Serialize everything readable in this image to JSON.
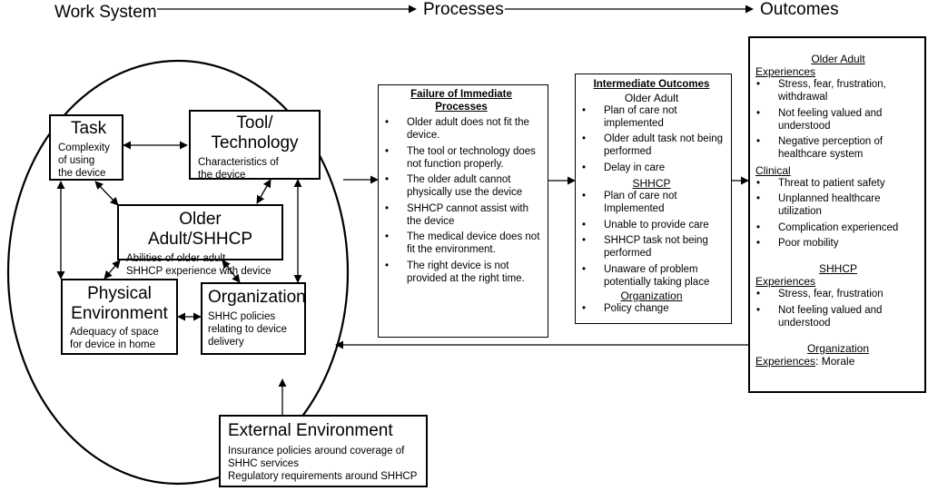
{
  "header": {
    "work_system": "Work System",
    "processes": "Processes",
    "outcomes": "Outcomes"
  },
  "task": {
    "title": "Task",
    "desc_lines": [
      "Complexity",
      "of using",
      "the device"
    ]
  },
  "tool": {
    "title_lines": [
      "Tool/",
      "Technology"
    ],
    "desc_lines": [
      "Characteristics of",
      "the device"
    ]
  },
  "person": {
    "title": "Older Adult/SHHCP",
    "desc_lines": [
      "Abilities of older adult",
      "SHHCP experience with device"
    ]
  },
  "physical": {
    "title_lines": [
      "Physical",
      "Environment"
    ],
    "desc_lines": [
      "Adequacy of space",
      "for device in home"
    ]
  },
  "organization": {
    "title": "Organization",
    "desc_lines": [
      "SHHC policies",
      "relating to device",
      "delivery"
    ]
  },
  "external": {
    "title": "External Environment",
    "desc_lines": [
      "Insurance policies around coverage of",
      "SHHC services",
      "Regulatory requirements around SHHCP"
    ]
  },
  "failure": {
    "title_lines": [
      "Failure of Immediate",
      "Processes"
    ],
    "items": [
      "Older adult does not fit the device.",
      "The tool or technology does not function properly.",
      "The older adult cannot physically use the device",
      "SHHCP cannot assist with the device",
      "The medical device does not fit the environment.",
      "The right device is not provided at the right time."
    ]
  },
  "intermediate": {
    "title": "Intermediate Outcomes",
    "sections": [
      {
        "heading": "Older Adult",
        "items": [
          "Plan of care not implemented",
          "Older adult task not being performed",
          "Delay in care"
        ]
      },
      {
        "heading": "SHHCP",
        "items": [
          "Plan of care not Implemented",
          "Unable to provide care",
          "SHHCP task not being performed",
          "Unaware of problem potentially taking place"
        ]
      },
      {
        "heading": "Organization",
        "items": [
          "Policy change"
        ]
      }
    ]
  },
  "outcomes_box": {
    "older_adult_heading": "Older Adult",
    "experiences_label": "Experiences",
    "oa_experiences": [
      "Stress, fear, frustration, withdrawal",
      "Not feeling valued and understood",
      "Negative perception of healthcare system"
    ],
    "clinical_label": "Clinical",
    "clinical_items": [
      "Threat to patient safety",
      "Unplanned healthcare utilization",
      "Complication experienced",
      "Poor mobility"
    ],
    "shhcp_heading": "SHHCP",
    "shhcp_experiences_label": "Experiences",
    "shhcp_experiences": [
      "Stress, fear, frustration",
      "Not feeling valued and understood"
    ],
    "organization_heading": "Organization",
    "org_experiences_label": "Experiences",
    "org_experiences_value": ": Morale"
  }
}
